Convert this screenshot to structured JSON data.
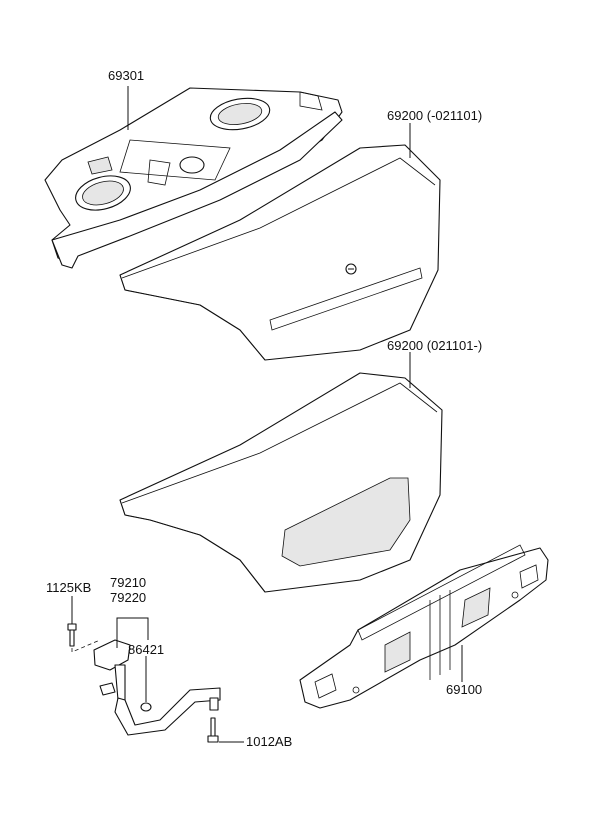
{
  "parts": {
    "rear_package_tray": "69301",
    "trunk_lid_early": "69200 (-021101)",
    "trunk_lid_late": "69200 (021101-)",
    "bolt_small": "1125KB",
    "hinge_a": "79210",
    "hinge_b": "79220",
    "bumper": "86421",
    "bolt_large": "1012AB",
    "trim_panel": "69100"
  }
}
